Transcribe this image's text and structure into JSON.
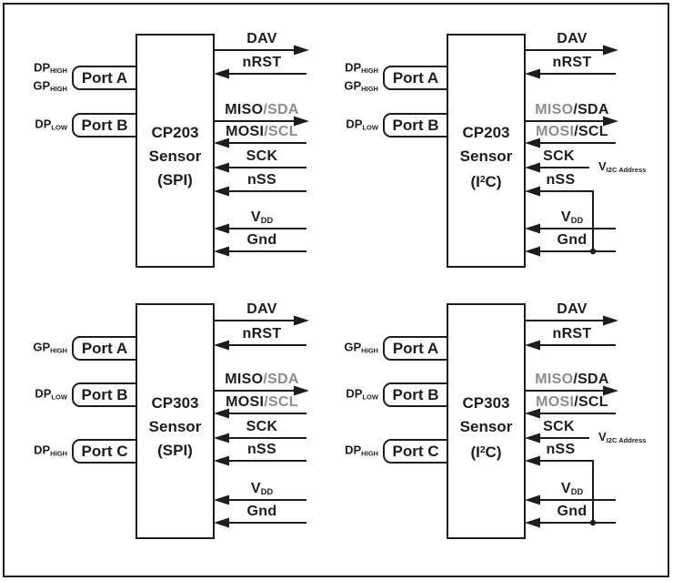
{
  "colors": {
    "ink": "#1d1d1d",
    "muted": "#8d8d8d",
    "background": "#ffffff"
  },
  "diagrams": [
    {
      "id": "cp203-spi",
      "quadrant": "top-left",
      "title": [
        [
          {
            "t": "CP203"
          }
        ],
        [
          {
            "t": "Sensor"
          }
        ],
        [
          {
            "t": "(SPI)"
          }
        ]
      ],
      "ports": [
        {
          "name": "Port A",
          "tags": [
            [
              {
                "t": "DP"
              },
              {
                "t": "HIGH",
                "sub": true
              }
            ],
            [
              {
                "t": "GP"
              },
              {
                "t": "HIGH",
                "sub": true
              }
            ]
          ]
        },
        {
          "name": "Port B",
          "tags": [
            [
              {
                "t": "DP"
              },
              {
                "t": "LOW",
                "sub": true
              }
            ]
          ]
        }
      ],
      "signals": [
        {
          "name": "DAV",
          "dir": "out",
          "label": [
            {
              "t": "DAV"
            }
          ]
        },
        {
          "name": "nRST",
          "dir": "in",
          "label": [
            {
              "t": "nRST"
            }
          ]
        },
        {
          "name": "MISO-SDA",
          "dir": "out",
          "label": [
            {
              "t": "MISO"
            },
            {
              "t": "/SDA",
              "muted": true
            }
          ]
        },
        {
          "name": "MOSI-SCL",
          "dir": "in",
          "label": [
            {
              "t": "MOSI"
            },
            {
              "t": "/SCL",
              "muted": true
            }
          ]
        },
        {
          "name": "SCK",
          "dir": "in",
          "label": [
            {
              "t": "SCK"
            }
          ]
        },
        {
          "name": "nSS",
          "dir": "in",
          "label": [
            {
              "t": "nSS"
            }
          ]
        },
        {
          "name": "VDD",
          "dir": "in",
          "label": [
            {
              "t": "V"
            },
            {
              "t": "DD",
              "sub": true
            }
          ]
        },
        {
          "name": "Gnd",
          "dir": "in",
          "label": [
            {
              "t": "Gnd"
            }
          ]
        }
      ]
    },
    {
      "id": "cp203-i2c",
      "quadrant": "top-right",
      "title": [
        [
          {
            "t": "CP203"
          }
        ],
        [
          {
            "t": "Sensor"
          }
        ],
        [
          {
            "t": "(I"
          },
          {
            "t": "2",
            "sup": true
          },
          {
            "t": "C)"
          }
        ]
      ],
      "ports": [
        {
          "name": "Port A",
          "tags": [
            [
              {
                "t": "DP"
              },
              {
                "t": "HIGH",
                "sub": true
              }
            ],
            [
              {
                "t": "GP"
              },
              {
                "t": "HIGH",
                "sub": true
              }
            ]
          ]
        },
        {
          "name": "Port B",
          "tags": [
            [
              {
                "t": "DP"
              },
              {
                "t": "LOW",
                "sub": true
              }
            ]
          ]
        }
      ],
      "signals": [
        {
          "name": "DAV",
          "dir": "out",
          "label": [
            {
              "t": "DAV"
            }
          ]
        },
        {
          "name": "nRST",
          "dir": "in",
          "label": [
            {
              "t": "nRST"
            }
          ]
        },
        {
          "name": "MISO-SDA",
          "dir": "out",
          "label": [
            {
              "t": "MISO",
              "muted": true
            },
            {
              "t": "/SDA"
            }
          ]
        },
        {
          "name": "MOSI-SCL",
          "dir": "in",
          "label": [
            {
              "t": "MOSI",
              "muted": true
            },
            {
              "t": "/SCL"
            }
          ]
        },
        {
          "name": "SCK",
          "dir": "in",
          "label": [
            {
              "t": "SCK"
            }
          ],
          "note": [
            {
              "t": "V"
            },
            {
              "t": "I2C Address",
              "sub": true
            }
          ]
        },
        {
          "name": "nSS",
          "dir": "in",
          "label": [
            {
              "t": "nSS"
            }
          ],
          "tie_to_signal": "Gnd"
        },
        {
          "name": "VDD",
          "dir": "in",
          "label": [
            {
              "t": "V"
            },
            {
              "t": "DD",
              "sub": true
            }
          ]
        },
        {
          "name": "Gnd",
          "dir": "in",
          "label": [
            {
              "t": "Gnd"
            }
          ]
        }
      ]
    },
    {
      "id": "cp303-spi",
      "quadrant": "bottom-left",
      "title": [
        [
          {
            "t": "CP303"
          }
        ],
        [
          {
            "t": "Sensor"
          }
        ],
        [
          {
            "t": "(SPI)"
          }
        ]
      ],
      "ports": [
        {
          "name": "Port A",
          "tags": [
            [
              {
                "t": "GP"
              },
              {
                "t": "HIGH",
                "sub": true
              }
            ]
          ]
        },
        {
          "name": "Port B",
          "tags": [
            [
              {
                "t": "DP"
              },
              {
                "t": "LOW",
                "sub": true
              }
            ]
          ]
        },
        {
          "name": "Port C",
          "tags": [
            [
              {
                "t": "DP"
              },
              {
                "t": "HIGH",
                "sub": true
              }
            ]
          ]
        }
      ],
      "signals": [
        {
          "name": "DAV",
          "dir": "out",
          "label": [
            {
              "t": "DAV"
            }
          ]
        },
        {
          "name": "nRST",
          "dir": "in",
          "label": [
            {
              "t": "nRST"
            }
          ]
        },
        {
          "name": "MISO-SDA",
          "dir": "out",
          "label": [
            {
              "t": "MISO"
            },
            {
              "t": "/SDA",
              "muted": true
            }
          ]
        },
        {
          "name": "MOSI-SCL",
          "dir": "in",
          "label": [
            {
              "t": "MOSI"
            },
            {
              "t": "/SCL",
              "muted": true
            }
          ]
        },
        {
          "name": "SCK",
          "dir": "in",
          "label": [
            {
              "t": "SCK"
            }
          ]
        },
        {
          "name": "nSS",
          "dir": "in",
          "label": [
            {
              "t": "nSS"
            }
          ]
        },
        {
          "name": "VDD",
          "dir": "in",
          "label": [
            {
              "t": "V"
            },
            {
              "t": "DD",
              "sub": true
            }
          ]
        },
        {
          "name": "Gnd",
          "dir": "in",
          "label": [
            {
              "t": "Gnd"
            }
          ]
        }
      ]
    },
    {
      "id": "cp303-i2c",
      "quadrant": "bottom-right",
      "title": [
        [
          {
            "t": "CP303"
          }
        ],
        [
          {
            "t": "Sensor"
          }
        ],
        [
          {
            "t": "(I"
          },
          {
            "t": "2",
            "sup": true
          },
          {
            "t": "C)"
          }
        ]
      ],
      "ports": [
        {
          "name": "Port A",
          "tags": [
            [
              {
                "t": "GP"
              },
              {
                "t": "HIGH",
                "sub": true
              }
            ]
          ]
        },
        {
          "name": "Port B",
          "tags": [
            [
              {
                "t": "DP"
              },
              {
                "t": "LOW",
                "sub": true
              }
            ]
          ]
        },
        {
          "name": "Port C",
          "tags": [
            [
              {
                "t": "DP"
              },
              {
                "t": "HIGH",
                "sub": true
              }
            ]
          ]
        }
      ],
      "signals": [
        {
          "name": "DAV",
          "dir": "out",
          "label": [
            {
              "t": "DAV"
            }
          ]
        },
        {
          "name": "nRST",
          "dir": "in",
          "label": [
            {
              "t": "nRST"
            }
          ]
        },
        {
          "name": "MISO-SDA",
          "dir": "out",
          "label": [
            {
              "t": "MISO",
              "muted": true
            },
            {
              "t": "/SDA"
            }
          ]
        },
        {
          "name": "MOSI-SCL",
          "dir": "in",
          "label": [
            {
              "t": "MOSI",
              "muted": true
            },
            {
              "t": "/SCL"
            }
          ]
        },
        {
          "name": "SCK",
          "dir": "in",
          "label": [
            {
              "t": "SCK"
            }
          ],
          "note": [
            {
              "t": "V"
            },
            {
              "t": "I2C Address",
              "sub": true
            }
          ]
        },
        {
          "name": "nSS",
          "dir": "in",
          "label": [
            {
              "t": "nSS"
            }
          ],
          "tie_to_signal": "Gnd"
        },
        {
          "name": "VDD",
          "dir": "in",
          "label": [
            {
              "t": "V"
            },
            {
              "t": "DD",
              "sub": true
            }
          ]
        },
        {
          "name": "Gnd",
          "dir": "in",
          "label": [
            {
              "t": "Gnd"
            }
          ]
        }
      ]
    }
  ]
}
